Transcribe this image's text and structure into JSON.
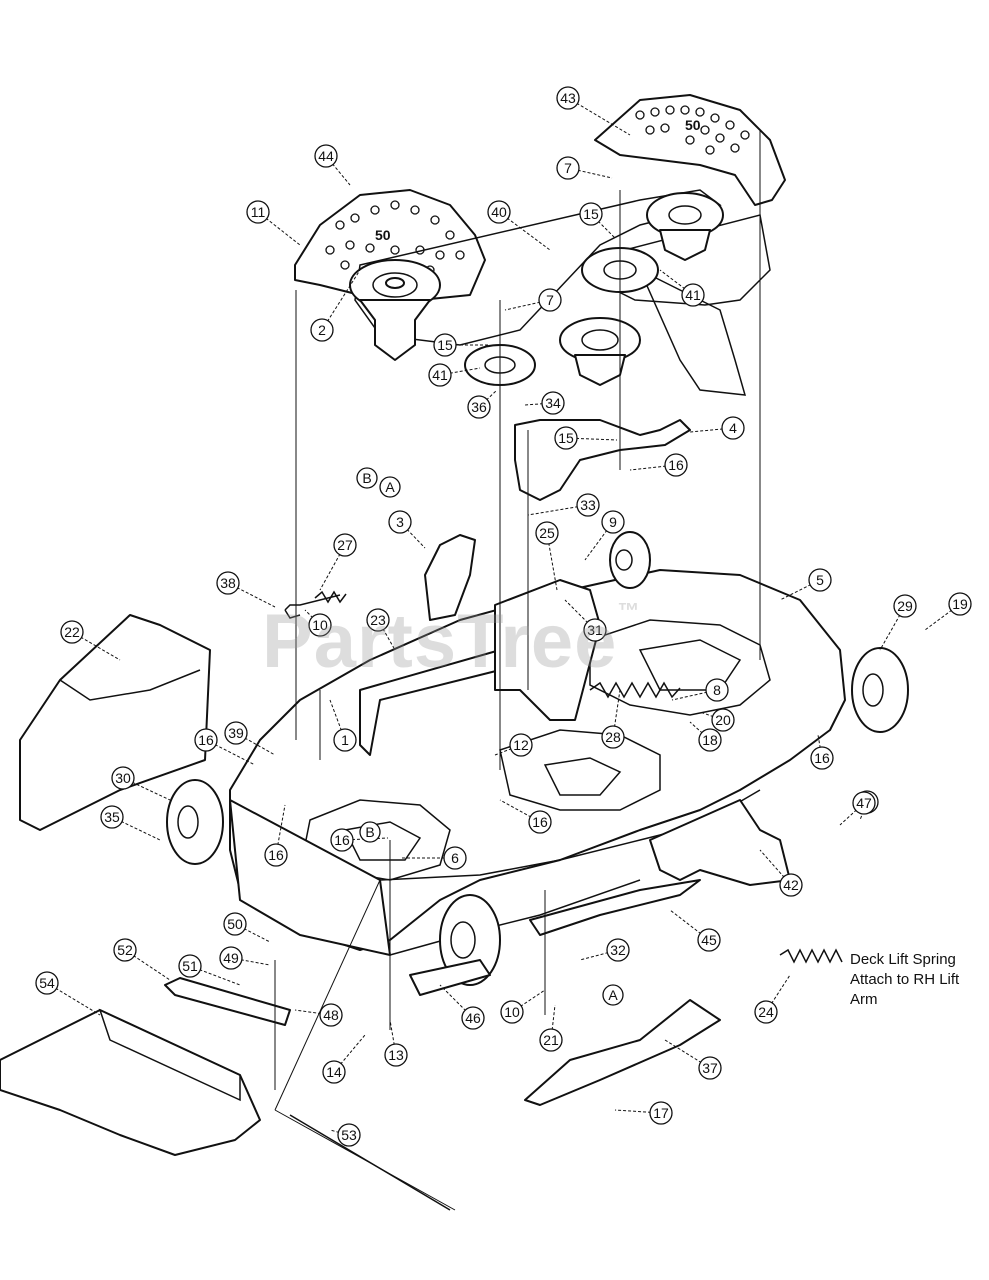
{
  "diagram": {
    "watermark": "PartsTree",
    "watermark_tm": "™",
    "note": {
      "line1": "Deck Lift Spring",
      "line2": "Attach to RH Lift",
      "line3": "Arm"
    },
    "callouts": [
      "1",
      "2",
      "3",
      "4",
      "5",
      "6",
      "7",
      "7",
      "8",
      "9",
      "10",
      "10",
      "11",
      "12",
      "13",
      "14",
      "15",
      "15",
      "15",
      "16",
      "16",
      "16",
      "16",
      "16",
      "16",
      "17",
      "18",
      "19",
      "20",
      "21",
      "22",
      "23",
      "24",
      "25",
      "26",
      "27",
      "28",
      "29",
      "30",
      "31",
      "32",
      "33",
      "34",
      "35",
      "36",
      "37",
      "38",
      "39",
      "40",
      "41",
      "41",
      "42",
      "43",
      "44",
      "45",
      "46",
      "47",
      "48",
      "49",
      "50",
      "51",
      "52",
      "53",
      "54"
    ],
    "reference_letters": [
      "A",
      "B",
      "A",
      "B"
    ]
  }
}
